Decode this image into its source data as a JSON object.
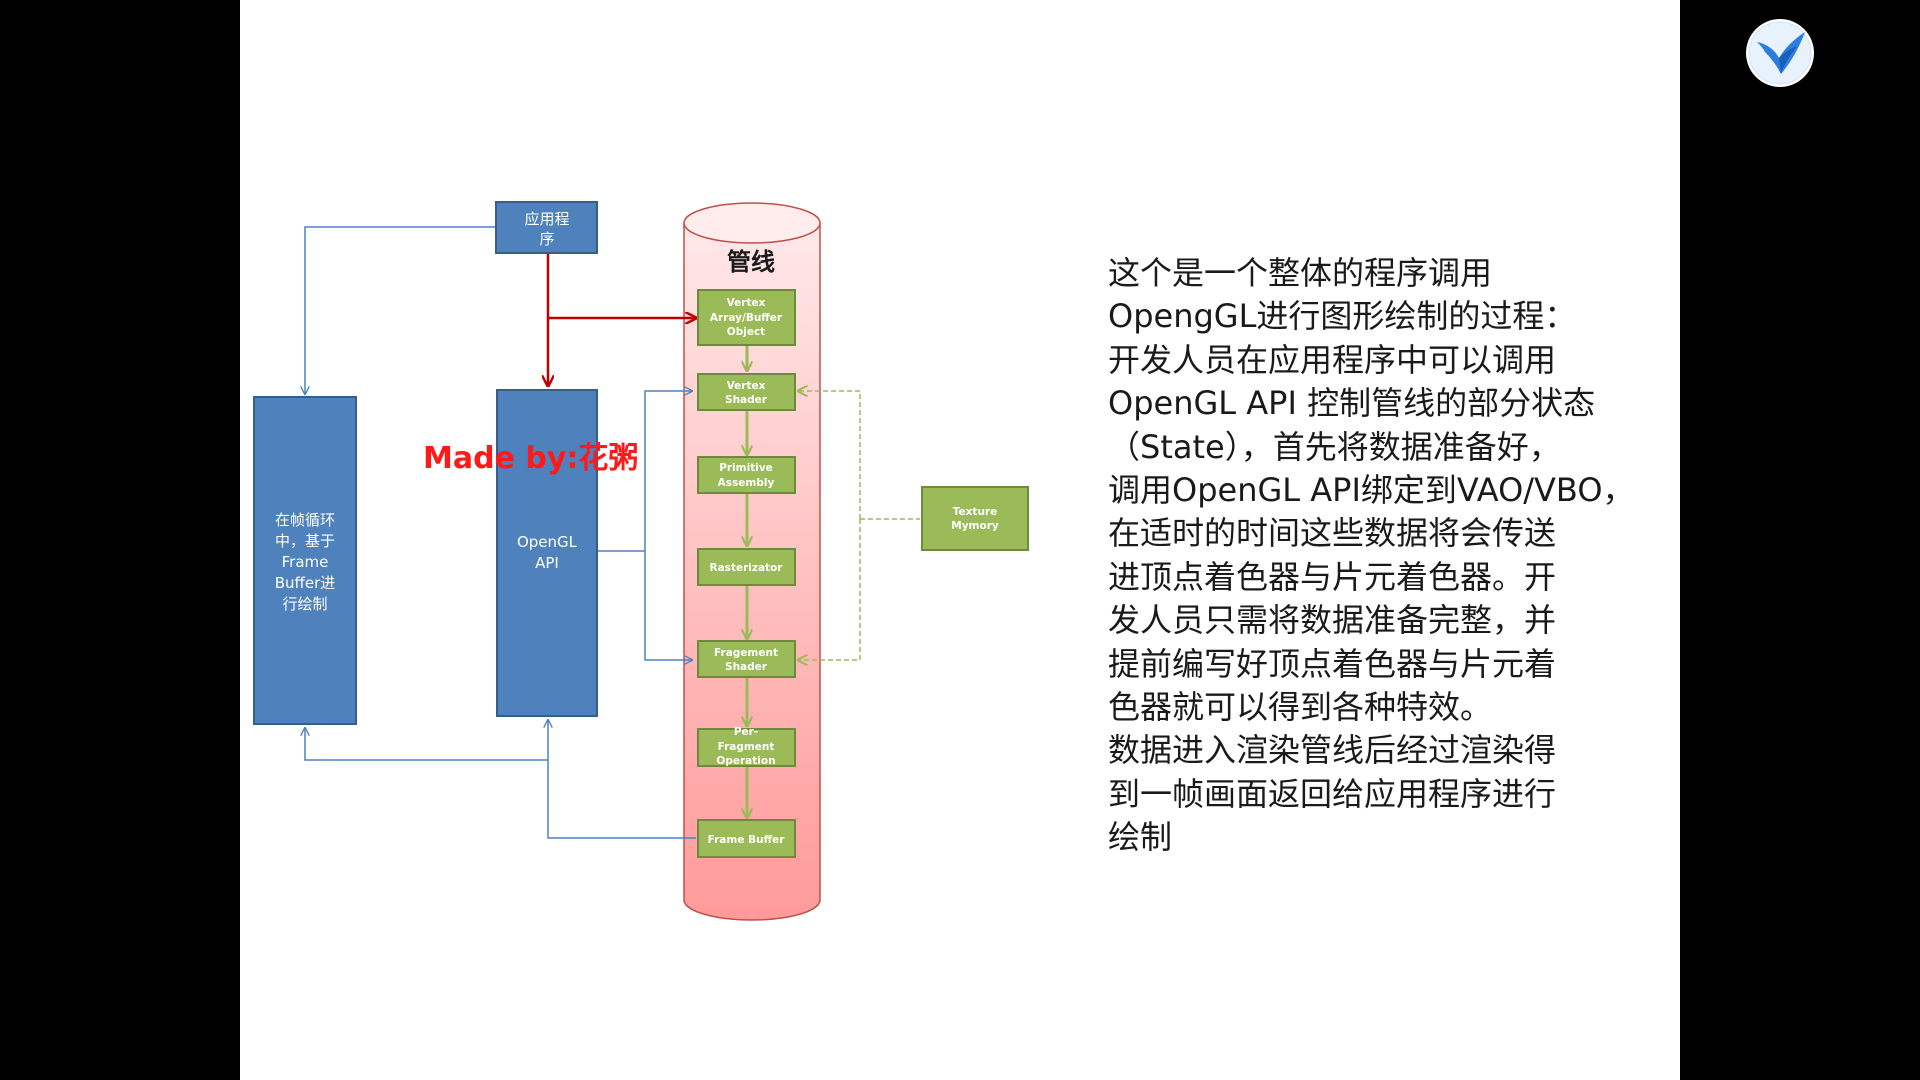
{
  "diagram": {
    "app_node": [
      "应用程",
      "序"
    ],
    "left_node": [
      "在帧循环",
      "中，基于",
      "Frame",
      "Buffer进",
      "行绘制"
    ],
    "api_node": [
      "OpenGL",
      "API"
    ],
    "pipeline_title": "管线",
    "stages": [
      {
        "id": "vao",
        "lines": [
          "Vertex",
          "Array/Buffer",
          "Object"
        ]
      },
      {
        "id": "vertex-shader",
        "lines": [
          "Vertex",
          "Shader"
        ]
      },
      {
        "id": "primitive-assembly",
        "lines": [
          "Primitive",
          "Assembly"
        ]
      },
      {
        "id": "rasterizator",
        "lines": [
          "Rasterizator"
        ]
      },
      {
        "id": "fragment-shader",
        "lines": [
          "Fragement",
          "Shader"
        ]
      },
      {
        "id": "per-fragment",
        "lines": [
          "Per-",
          "Fragment",
          "Operation"
        ]
      },
      {
        "id": "frame-buffer",
        "lines": [
          "Frame Buffer"
        ]
      }
    ],
    "texture_node": [
      "Texture",
      "Mymory"
    ],
    "watermark": "Made by:花粥",
    "colors": {
      "blue_box": "#4f81bd",
      "blue_border": "#385d8a",
      "blue_line": "#4f81bd",
      "green_box": "#9bbb59",
      "green_border": "#71893f",
      "green_arrow": "#9bbb59",
      "red_arrow": "#c00000",
      "cylinder_top": "#ffe8e8",
      "cylinder_bottom": "#ff9a9a",
      "cylinder_border": "#c0504d",
      "watermark": "#ff1a1a"
    }
  },
  "description": [
    "这个是一个整体的程序调用",
    "OpengGL进行图形绘制的过程：",
    "开发人员在应用程序中可以调用",
    "OpenGL API 控制管线的部分状态",
    "（State），首先将数据准备好，",
    "调用OpenGL API绑定到VAO/VBO，",
    "在适时的时间这些数据将会传送",
    "进顶点着色器与片元着色器。开",
    "发人员只需将数据准备完整，并",
    "提前编写好顶点着色器与片元着",
    "色器就可以得到各种特效。",
    "数据进入渲染管线后经过渲染得",
    "到一帧画面返回给应用程序进行",
    "绘制"
  ],
  "logo": {
    "icon": "bird-logo-icon",
    "color": "#2a7de1"
  }
}
